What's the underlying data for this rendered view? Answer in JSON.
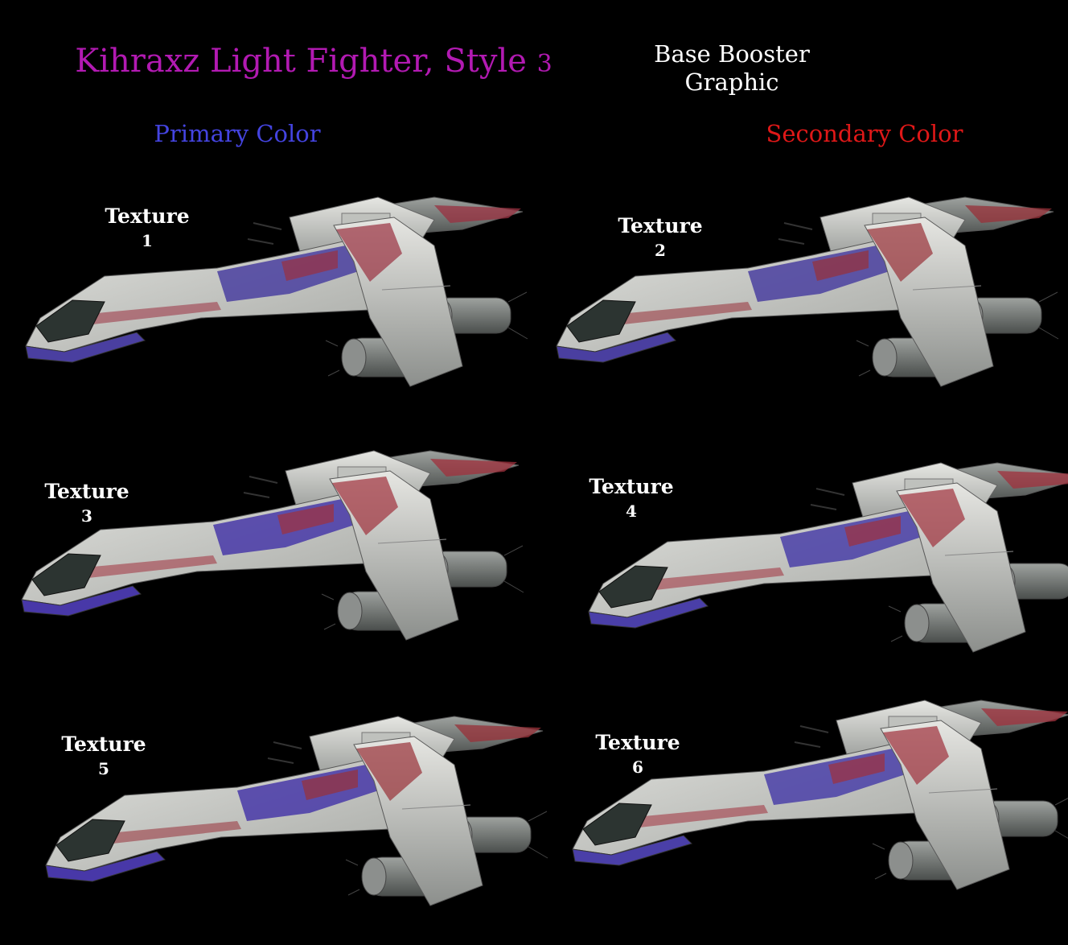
{
  "title": {
    "text": "Kihraxz Light Fighter, Style",
    "style_number": "3",
    "color": "#b21ab2"
  },
  "booster": {
    "line1": "Base  Booster",
    "line2": "Graphic"
  },
  "columns": {
    "primary": {
      "label": "Primary Color",
      "color": "#4444e0"
    },
    "secondary": {
      "label": "Secondary Color",
      "color": "#e01818"
    }
  },
  "textures": [
    {
      "label": "Texture",
      "number": "1",
      "primary": "#4a3fa0",
      "secondary": "#9a3040"
    },
    {
      "label": "Texture",
      "number": "2",
      "primary": "#4a3fa0",
      "secondary": "#983038"
    },
    {
      "label": "Texture",
      "number": "3",
      "primary": "#4838a8",
      "secondary": "#a0303c"
    },
    {
      "label": "Texture",
      "number": "4",
      "primary": "#4a3fa8",
      "secondary": "#a0303c"
    },
    {
      "label": "Texture",
      "number": "5",
      "primary": "#4838a8",
      "secondary": "#983038"
    },
    {
      "label": "Texture",
      "number": "6",
      "primary": "#4a3fa8",
      "secondary": "#a0303c"
    }
  ],
  "icons": {
    "ship": "kihraxz-fighter-icon"
  }
}
